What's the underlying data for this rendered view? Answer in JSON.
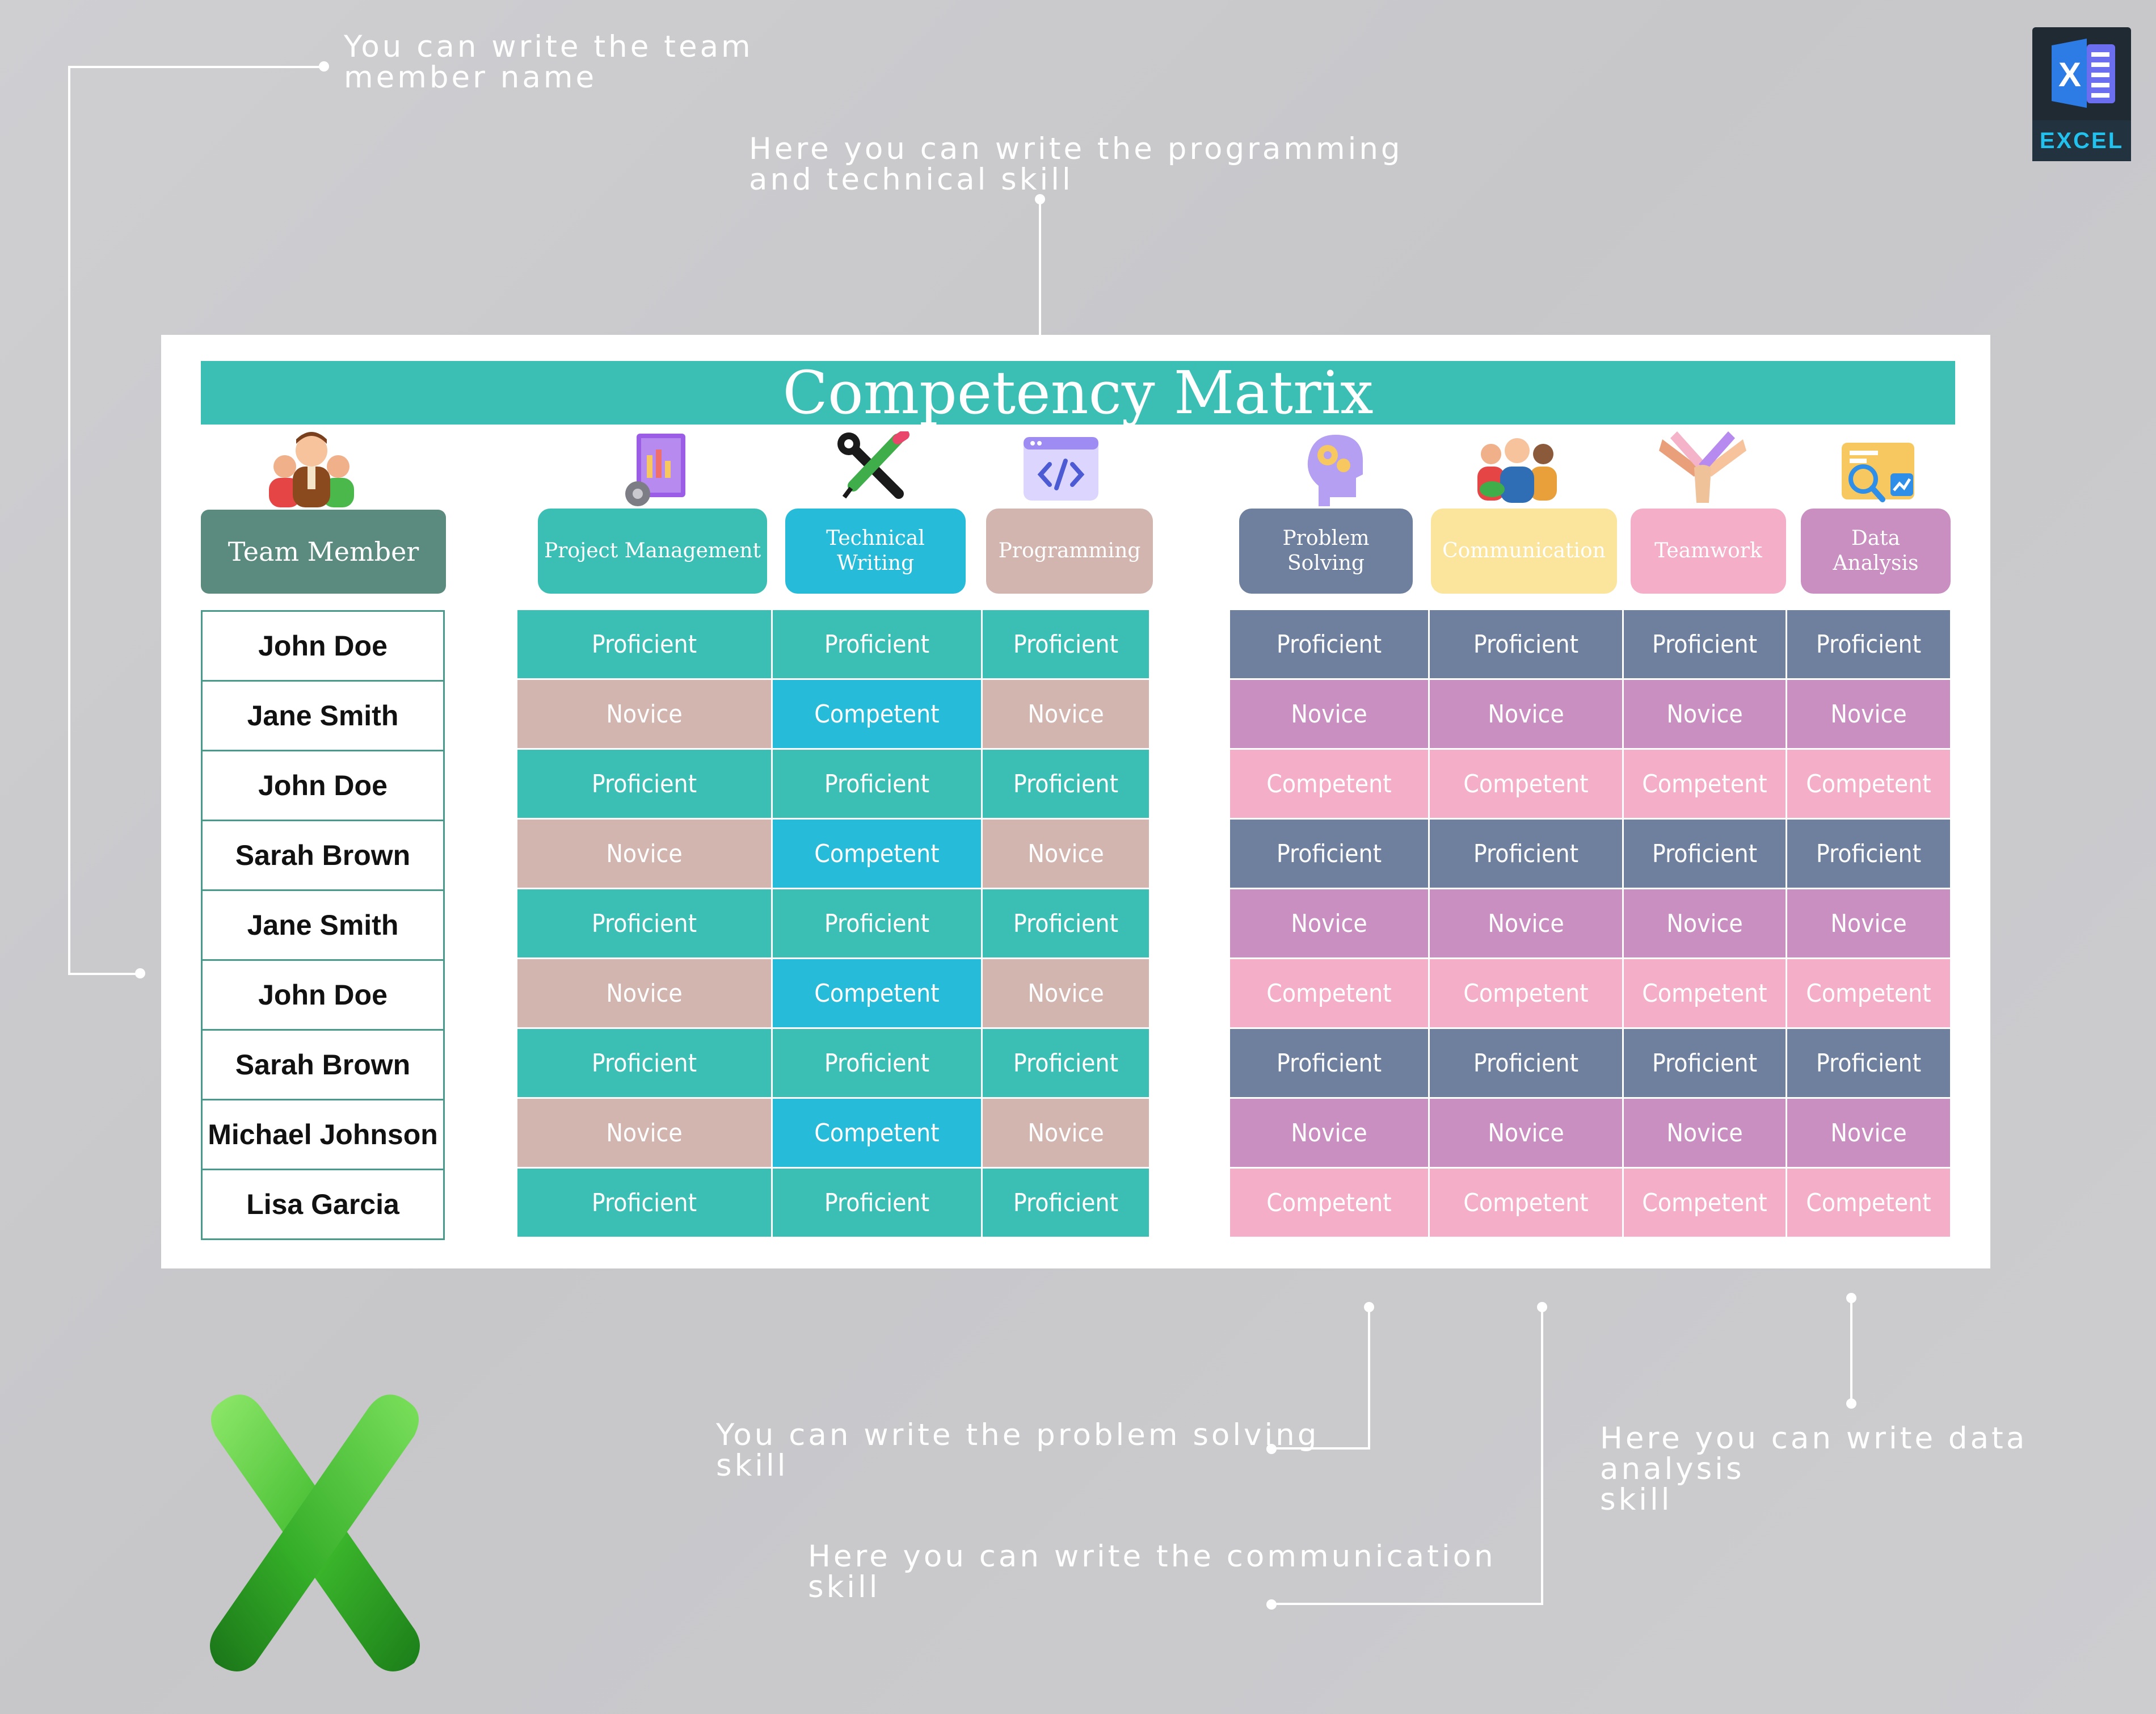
{
  "annotations": {
    "team_member": "You can write the team\nmember name",
    "programming": "Here you can write the programming\nand technical skill",
    "problem_solving": "You can write the problem solving\nskill",
    "communication": "Here you can write the communication\nskill",
    "data_analysis": "Here you can write data analysis\nskill"
  },
  "badge": {
    "label": "EXCEL",
    "letter": "X"
  },
  "title": "Competency Matrix",
  "headers": {
    "team_member": "Team Member",
    "project_management": "Project Management",
    "technical_writing": "Technical\nWriting",
    "programming": "Programming",
    "problem_solving": "Problem\nSolving",
    "communication": "Communication",
    "teamwork": "Teamwork",
    "data_analysis": "Data\nAnalysis"
  },
  "members": [
    "John Doe",
    "Jane Smith",
    "John Doe",
    "Sarah Brown",
    "Jane Smith",
    "John Doe",
    "Sarah Brown",
    "Michael Johnson",
    "Lisa Garcia"
  ],
  "technical_rows": [
    [
      "Proficient",
      "Proficient",
      "Proficient"
    ],
    [
      "Novice",
      "Competent",
      "Novice"
    ],
    [
      "Proficient",
      "Proficient",
      "Proficient"
    ],
    [
      "Novice",
      "Competent",
      "Novice"
    ],
    [
      "Proficient",
      "Proficient",
      "Proficient"
    ],
    [
      "Novice",
      "Competent",
      "Novice"
    ],
    [
      "Proficient",
      "Proficient",
      "Proficient"
    ],
    [
      "Novice",
      "Competent",
      "Novice"
    ],
    [
      "Proficient",
      "Proficient",
      "Proficient"
    ]
  ],
  "soft_rows": [
    [
      "Proficient",
      "Proficient",
      "Proficient",
      "Proficient"
    ],
    [
      "Novice",
      "Novice",
      "Novice",
      "Novice"
    ],
    [
      "Competent",
      "Competent",
      "Competent",
      "Competent"
    ],
    [
      "Proficient",
      "Proficient",
      "Proficient",
      "Proficient"
    ],
    [
      "Novice",
      "Novice",
      "Novice",
      "Novice"
    ],
    [
      "Competent",
      "Competent",
      "Competent",
      "Competent"
    ],
    [
      "Proficient",
      "Proficient",
      "Proficient",
      "Proficient"
    ],
    [
      "Novice",
      "Novice",
      "Novice",
      "Novice"
    ],
    [
      "Competent",
      "Competent",
      "Competent",
      "Competent"
    ]
  ],
  "colors": {
    "teal": "#3bbfb4",
    "cyan": "#26bcd9",
    "rose": "#d3b5b0",
    "slate": "#6e809e",
    "orchid": "#c98fc1",
    "pink": "#f4aec8",
    "yellow": "#fbe49b",
    "teammember": "#5b8b7f"
  }
}
